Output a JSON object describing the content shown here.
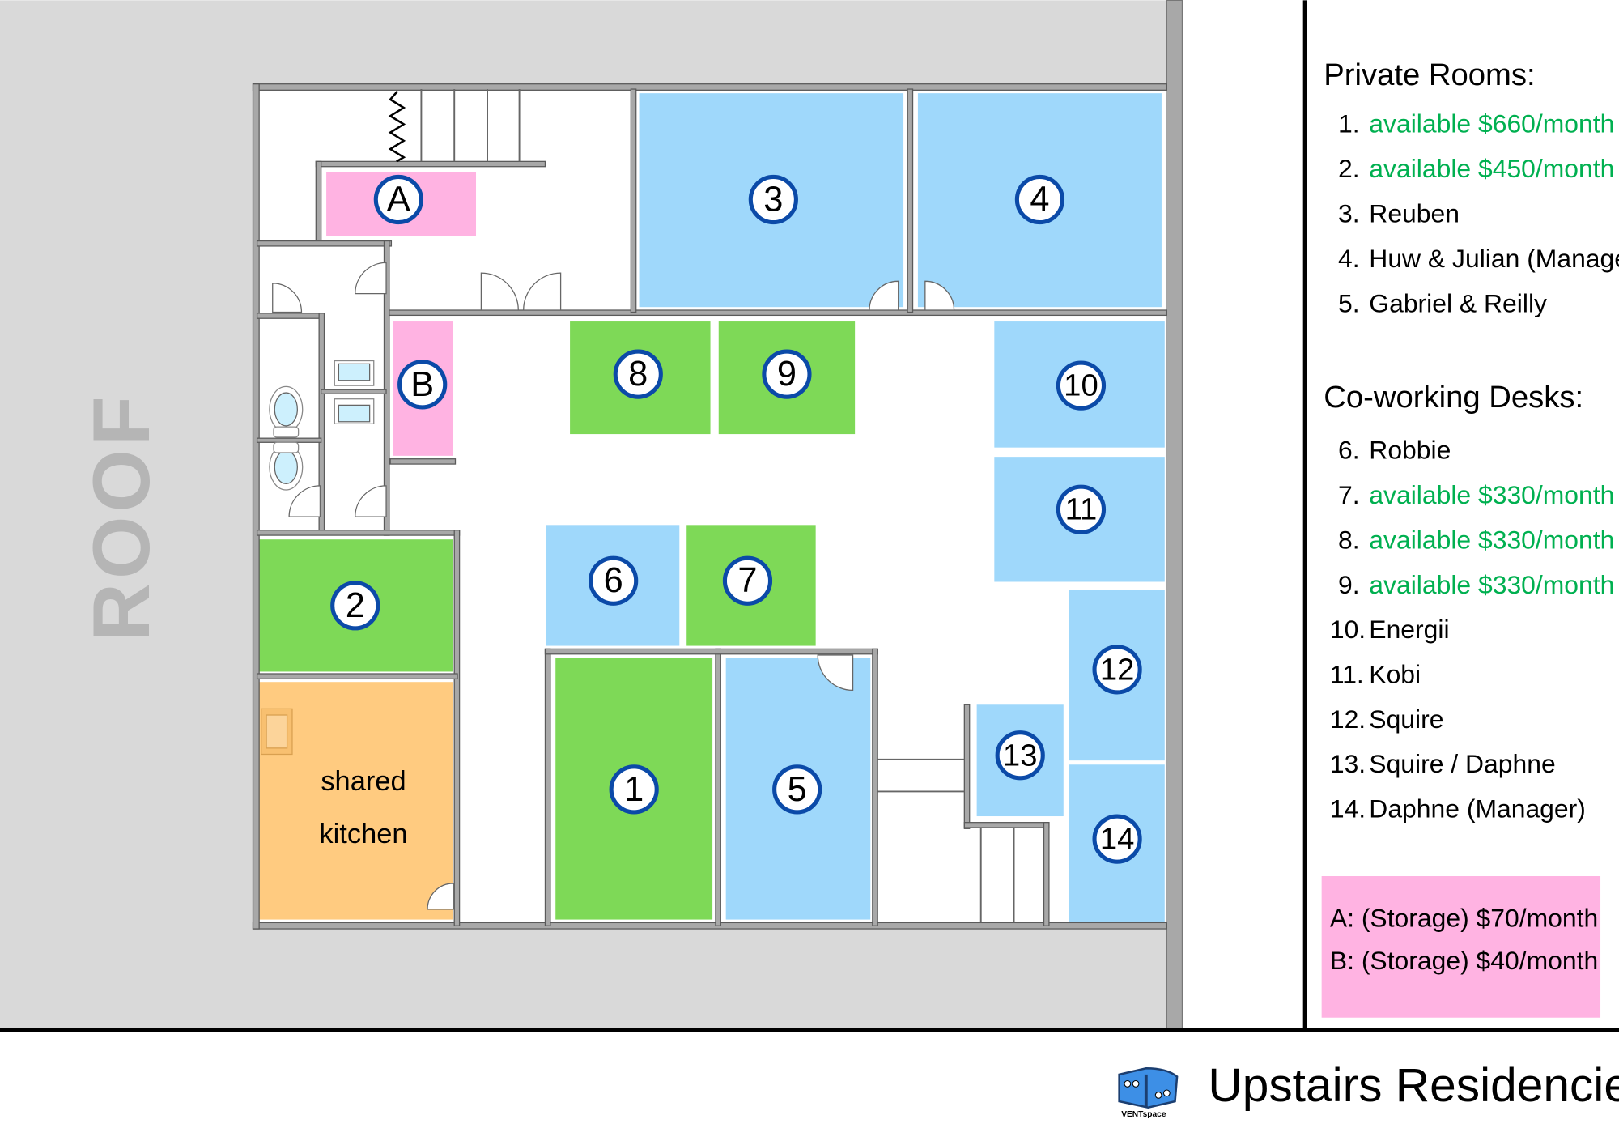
{
  "roof_label": "ROOF",
  "rooms": {
    "A": "A",
    "B": "B",
    "r1": "1",
    "r2": "2",
    "r3": "3",
    "r4": "4",
    "r5": "5",
    "r6": "6",
    "r7": "7",
    "r8": "8",
    "r9": "9",
    "r10": "10",
    "r11": "11",
    "r12": "12",
    "r13": "13",
    "r14": "14",
    "kitchen_line1": "shared",
    "kitchen_line2": "kitchen"
  },
  "colors": {
    "occupied": "#9fd8fb",
    "available": "#7ed957",
    "storage": "#ffb3e2",
    "kitchen": "#ffcb80",
    "available_text": "#00b050"
  },
  "legend": {
    "private_title": "Private Rooms:",
    "private": [
      {
        "num": "1.",
        "text": "available $660/month",
        "available": true
      },
      {
        "num": "2.",
        "text": "available $450/month",
        "available": true
      },
      {
        "num": "3.",
        "text": "Reuben",
        "available": false
      },
      {
        "num": "4.",
        "text": "Huw & Julian (Manager)",
        "available": false
      },
      {
        "num": "5.",
        "text": "Gabriel & Reilly",
        "available": false
      }
    ],
    "desks_title": "Co-working Desks:",
    "desks": [
      {
        "num": "6.",
        "text": "Robbie",
        "available": false
      },
      {
        "num": "7.",
        "text": "available $330/month",
        "available": true
      },
      {
        "num": "8.",
        "text": "available $330/month",
        "available": true
      },
      {
        "num": "9.",
        "text": "available $330/month",
        "available": true
      },
      {
        "num": "10.",
        "text": "Energii",
        "available": false
      },
      {
        "num": "11.",
        "text": "Kobi",
        "available": false
      },
      {
        "num": "12.",
        "text": "Squire",
        "available": false
      },
      {
        "num": "13.",
        "text": "Squire / Daphne",
        "available": false
      },
      {
        "num": "14.",
        "text": "Daphne (Manager)",
        "available": false
      }
    ],
    "storage": [
      "A: (Storage) $70/month",
      "B: (Storage) $40/month"
    ]
  },
  "footer": {
    "title": "Upstairs Residencies",
    "logo_text": "VENTspace"
  }
}
